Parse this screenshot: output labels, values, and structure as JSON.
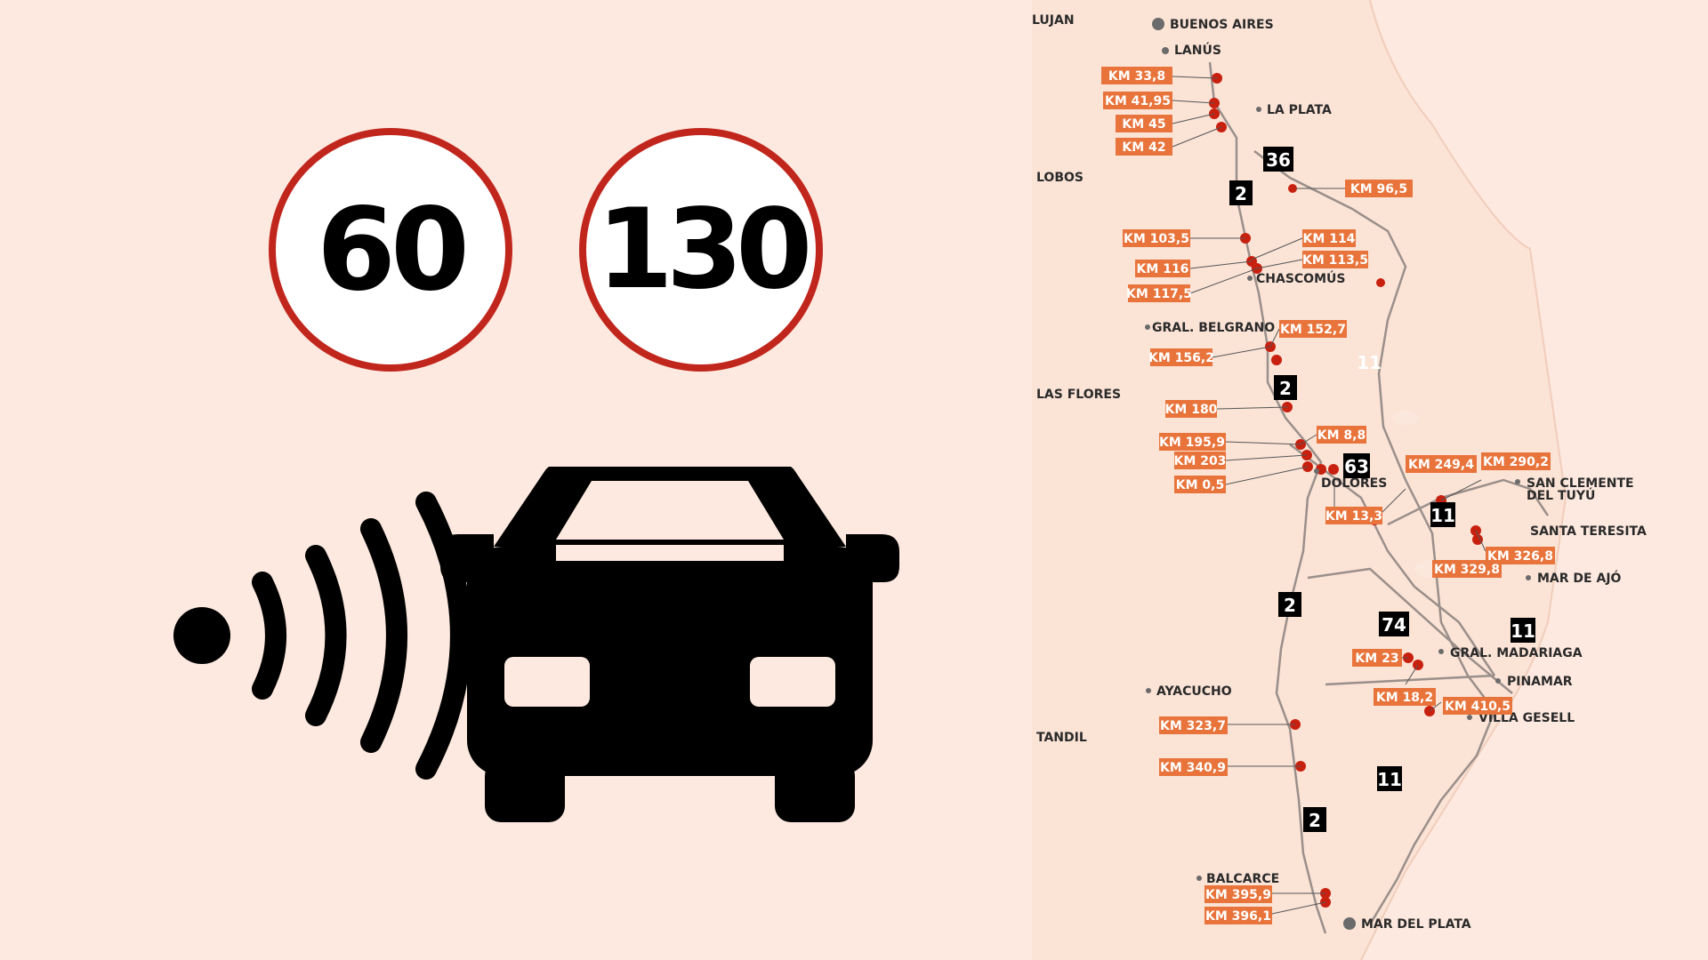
{
  "speed_signs": [
    {
      "value": "60"
    },
    {
      "value": "130"
    }
  ],
  "icons": {
    "car": "car-icon",
    "signal": "radar-signal-icon"
  },
  "colors": {
    "background": "#fde9df",
    "sign_border": "#c1261d",
    "label_fill": "#e8743b",
    "radar_dot": "#c8200f",
    "road": "#9a8f8a",
    "city_dot": "#6b6b6b"
  },
  "map": {
    "cities": [
      {
        "name": "LUJAN"
      },
      {
        "name": "BUENOS AIRES"
      },
      {
        "name": "LANÚS"
      },
      {
        "name": "LA PLATA"
      },
      {
        "name": "LOBOS"
      },
      {
        "name": "CHASCOMÚS"
      },
      {
        "name": "GRAL. BELGRANO"
      },
      {
        "name": "LAS FLORES"
      },
      {
        "name": "DOLORES"
      },
      {
        "name": "SAN CLEMENTE"
      },
      {
        "name": "DEL TUYÚ"
      },
      {
        "name": "SANTA TERESITA"
      },
      {
        "name": "MAR DE AJÓ"
      },
      {
        "name": "GRAL. MADARIAGA"
      },
      {
        "name": "PINAMAR"
      },
      {
        "name": "AYACUCHO"
      },
      {
        "name": "VILLA GESELL"
      },
      {
        "name": "TANDIL"
      },
      {
        "name": "BALCARCE"
      },
      {
        "name": "MAR DEL PLATA"
      }
    ],
    "routes": [
      "36",
      "2",
      "2",
      "11",
      "63",
      "11",
      "2",
      "74",
      "11",
      "11",
      "2"
    ],
    "km_labels": [
      "KM 33,8",
      "KM 41,95",
      "KM 45",
      "KM 42",
      "KM 96,5",
      "KM 103,5",
      "KM 114",
      "KM 116",
      "KM 113,5",
      "KM 117,5",
      "KM 152,7",
      "KM 156,2",
      "KM 180",
      "KM 8,8",
      "KM 195,9",
      "KM 203",
      "KM 0,5",
      "KM 249,4",
      "KM 290,2",
      "KM 13,3",
      "KM 326,8",
      "KM 329,8",
      "KM 23",
      "KM 18,2",
      "KM 410,5",
      "KM 323,7",
      "KM 340,9",
      "KM 395,9",
      "KM 396,1"
    ]
  }
}
